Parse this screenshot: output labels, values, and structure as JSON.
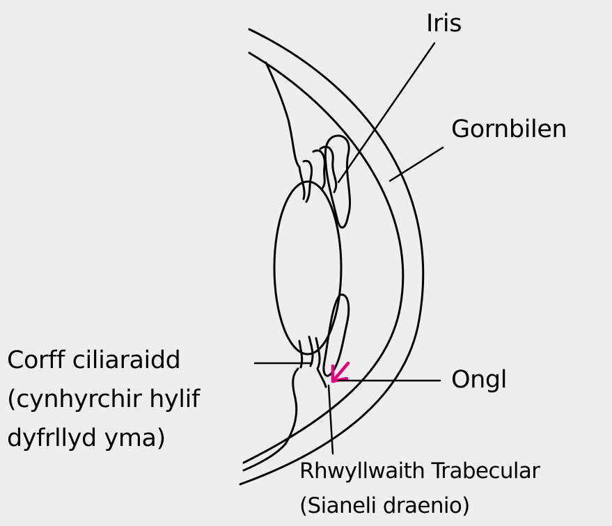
{
  "labels": {
    "iris": "Iris",
    "cornea": "Gornbilen",
    "ciliary_line1": "Corff ciliaraidd",
    "ciliary_line2": "(cynhyrchir hylif",
    "ciliary_line3": "dyfrllyd yma)",
    "angle": "Ongl",
    "trabecular_line1": "Rhwyllwaith Trabecular",
    "trabecular_line2": "(Sianeli draenio)"
  },
  "colors": {
    "background": "#eeeeee",
    "line": "#000000",
    "accent": "#e6007e"
  }
}
